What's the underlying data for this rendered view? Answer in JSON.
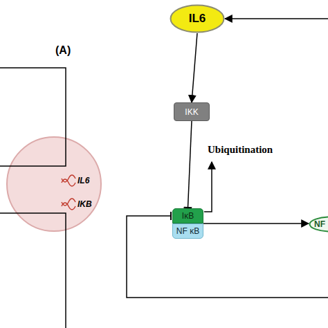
{
  "diagram": {
    "nodes": [
      {
        "text": [
          "IL6"
        ]
      },
      {
        "text": [
          "IKK"
        ]
      },
      {
        "text": [
          "IκB"
        ]
      },
      {
        "text": [
          "NF κB"
        ]
      },
      {
        "text": [
          "NF"
        ]
      }
    ],
    "edges": [
      {
        "from": 0,
        "to": 1,
        "arrow": "to"
      },
      {
        "from": 1,
        "to": 2,
        "arrow": "to"
      },
      {
        "from": 2,
        "to": 4,
        "arrow": "to"
      },
      {
        "from": 4,
        "to": 2,
        "arrow": "to"
      },
      {
        "from": 4,
        "to": 0,
        "arrow": "to"
      }
    ],
    "labels": [
      "(A)",
      "IL6",
      "IKB",
      "Ubiquitination"
    ]
  }
}
